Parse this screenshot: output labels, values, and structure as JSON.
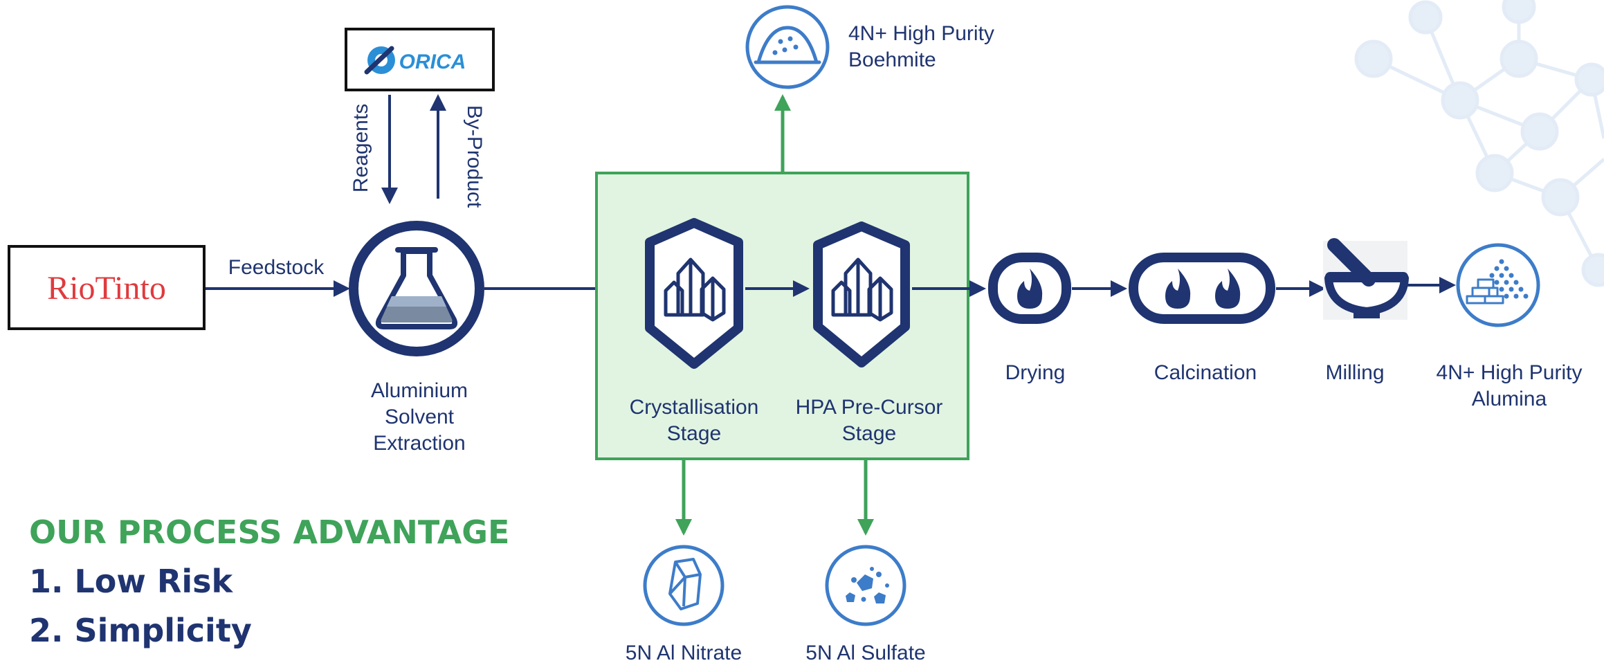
{
  "colors": {
    "navy": "#1f3470",
    "green": "#3fa35a",
    "green_fill": "#e1f4e1",
    "light_blue": "#3d7cc9",
    "rio_red": "#e03a3e",
    "orica_blue": "#2a8fd6",
    "network": "#e3ecf6"
  },
  "logos": {
    "rio_tinto": "RioTinto",
    "orica": "ORICA"
  },
  "labels": {
    "feedstock": "Feedstock",
    "reagents": "Reagents",
    "by_product": "By-Product",
    "extraction": [
      "Aluminium",
      "Solvent",
      "Extraction"
    ],
    "crystallisation": [
      "Crystallisation",
      "Stage"
    ],
    "precursor": [
      "HPA Pre-Cursor",
      "Stage"
    ],
    "drying": "Drying",
    "calcination": "Calcination",
    "milling": "Milling",
    "alumina": [
      "4N+ High Purity",
      "Alumina"
    ],
    "boehmite": [
      "4N+ High Purity",
      "Boehmite"
    ],
    "nitrate": "5N Al Nitrate",
    "sulfate": "5N Al Sulfate"
  },
  "icons": {
    "flask": "flask-icon",
    "crystal": "crystal-icon",
    "flame": "flame-icon",
    "mortar": "mortar-pestle-icon",
    "pyramid": "alumina-pyramid-icon",
    "powder": "boehmite-powder-icon",
    "gem": "nitrate-crystal-icon",
    "granules": "sulfate-granules-icon"
  },
  "advantage": {
    "heading": "OUR PROCESS ADVANTAGE",
    "items": [
      "1. Low Risk",
      "2. Simplicity"
    ]
  }
}
